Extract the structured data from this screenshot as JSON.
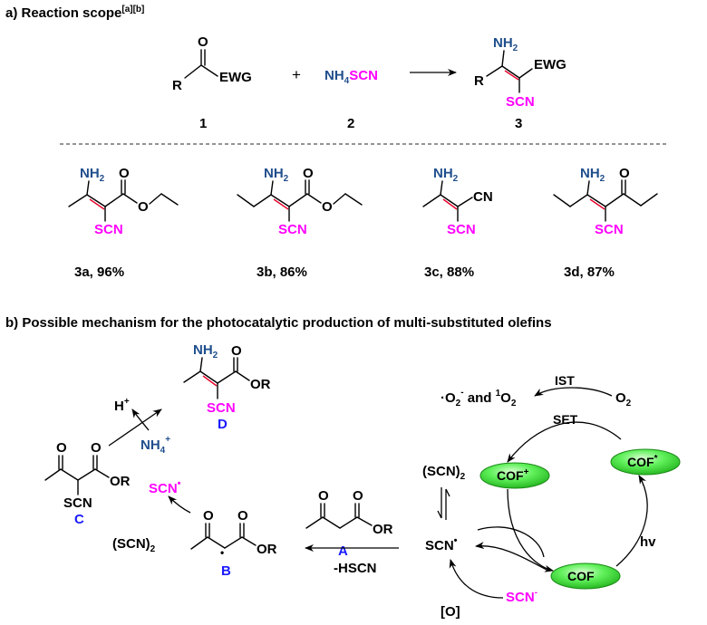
{
  "colors": {
    "nitrogen": "#1f4e8c",
    "thiocyanate": "#ff00ff",
    "label_blue": "#1a1aff",
    "cof_green": "#38e62e",
    "double_bond": "#e8002a"
  },
  "panel_a": {
    "title": "a) Reaction scope",
    "title_sup": "[a][b]",
    "scheme": {
      "r1_R": "R",
      "r1_O": "O",
      "r1_EWG": "EWG",
      "plus": "+",
      "nh4scn_a": "NH",
      "nh4scn_sub": "4",
      "nh4scn_b": "SCN",
      "p_nh2_a": "NH",
      "p_nh2_sub": "2",
      "p_R": "R",
      "p_EWG": "EWG",
      "p_SCN": "SCN",
      "label1": "1",
      "label2": "2",
      "label3": "3"
    },
    "products": [
      {
        "label": "3a, 96%",
        "nh2_a": "NH",
        "nh2_sub": "2",
        "scn": "SCN",
        "o1": "O",
        "o2": "O"
      },
      {
        "label": "3b, 86%",
        "nh2_a": "NH",
        "nh2_sub": "2",
        "scn": "SCN",
        "o1": "O",
        "o2": "O"
      },
      {
        "label": "3c, 88%",
        "nh2_a": "NH",
        "nh2_sub": "2",
        "scn": "SCN",
        "cn": "CN"
      },
      {
        "label": "3d, 87%",
        "nh2_a": "NH",
        "nh2_sub": "2",
        "scn": "SCN",
        "o1": "O"
      }
    ]
  },
  "panel_b": {
    "title": "b) Possible mechanism for the photocatalytic production of multi-substituted olefins",
    "h_plus": "H",
    "plus_sign": "+",
    "nh4_a": "NH",
    "nh4_sub": "4",
    "D": {
      "nh2_a": "NH",
      "nh2_sub": "2",
      "o": "O",
      "or": "OR",
      "scn": "SCN",
      "label": "D"
    },
    "C": {
      "o1": "O",
      "o2": "O",
      "or": "OR",
      "scn": "SCN",
      "label": "C"
    },
    "scn_radical": "SCN",
    "radical_dot": "•",
    "scn2_a": "(SCN)",
    "scn2_sub": "2",
    "B": {
      "o1": "O",
      "o2": "O",
      "or": "OR",
      "label": "B"
    },
    "A": {
      "o1": "O",
      "o2": "O",
      "or": "OR",
      "label": "A"
    },
    "minus_hscn": "-HSCN",
    "o2_radical_a": "·O",
    "o2_radical_sub": "2",
    "o2_radical_sup": "-",
    "and": " and ",
    "singlet_sup": "1",
    "singlet_a": "O",
    "singlet_sub": "2",
    "ist": "IST",
    "set": "SET",
    "o2_a": "O",
    "o2_sub": "2",
    "cof_plus": "COF",
    "cof_plus_sup": "+",
    "cof_star": "COF",
    "cof_star_sup": "*",
    "cof": "COF",
    "hv": "hv",
    "scn2_cycle_a": "(SCN)",
    "scn2_cycle_sub": "2",
    "scn_rad_cycle": "SCN",
    "scn_anion": "SCN",
    "scn_anion_sup": "-",
    "ox": "[O]"
  }
}
